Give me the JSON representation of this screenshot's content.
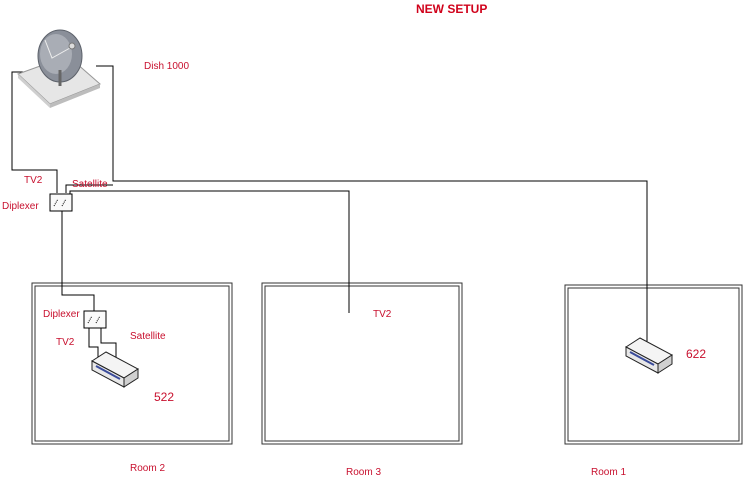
{
  "title": "NEW SETUP",
  "dish": {
    "label": "Dish 1000"
  },
  "main_diplexer": {
    "label": "Diplexer",
    "tv2_label": "TV2",
    "satellite_label": "Satellite"
  },
  "rooms": [
    {
      "name": "Room 2",
      "diplexer_label": "Diplexer",
      "tv2_label": "TV2",
      "satellite_label": "Satellite",
      "receiver_label": "522"
    },
    {
      "name": "Room 3",
      "tv2_label": "TV2"
    },
    {
      "name": "Room 1",
      "receiver_label": "622"
    }
  ],
  "colors": {
    "label": "#c8102e",
    "line": "#000000",
    "room_border": "#333333",
    "receiver_body": "#f2f2f2",
    "receiver_accent": "#3a4b9a"
  }
}
